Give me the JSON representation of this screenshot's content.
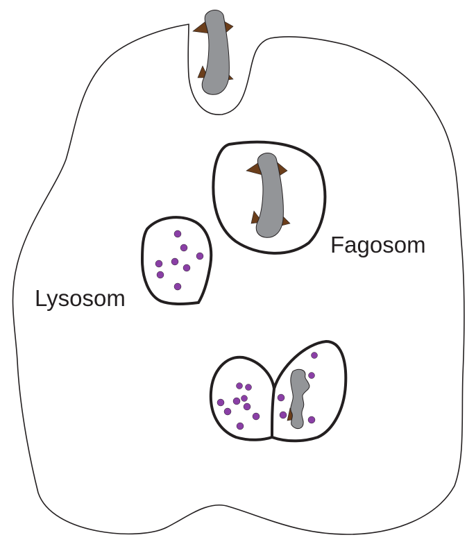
{
  "labels": {
    "fagosom": "Fagosom",
    "lysosom": "Lysosom"
  },
  "colors": {
    "outline": "#231f20",
    "bacterium_fill": "#939598",
    "bacterium_tip": "#6b3e1b",
    "enzyme_fill": "#8a3fa6",
    "background": "#ffffff"
  },
  "stages": [
    "bacterium-entering-cell",
    "phagosome-with-bacterium",
    "lysosome-with-enzymes",
    "phagolysosome-digesting-bacterium"
  ]
}
